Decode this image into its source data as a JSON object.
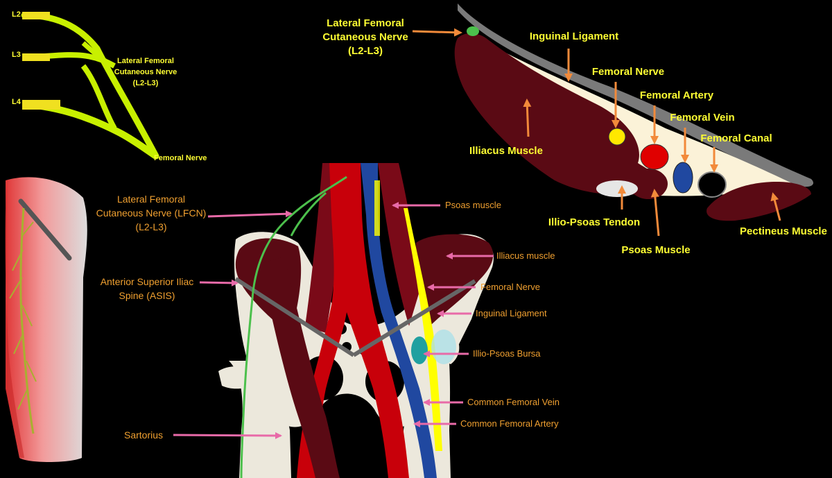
{
  "colors": {
    "background": "#000000",
    "muscle": "#5a0a14",
    "artery": "#c8000a",
    "vein": "#2048a0",
    "nerve": "#ffff00",
    "lfcn": "#4cc04c",
    "bone": "#ece8dc",
    "ligament": "#666666",
    "label_yellow": "#ffff33",
    "label_orange": "#f0a030",
    "arrow_pink": "#e86aa8",
    "arrow_orange": "#f28a3a",
    "nerve_bright": "#c8f000"
  },
  "nerve_plexus": {
    "roots": [
      "L2",
      "L3",
      "L4"
    ],
    "branch_label": [
      "Lateral  Femoral",
      "Cutaneous  Nerve",
      "(L2-L3)"
    ],
    "trunk_label": "Femoral Nerve"
  },
  "cross_section": {
    "lfcn_label": [
      "Lateral  Femoral",
      "Cutaneous  Nerve",
      "(L2-L3)"
    ],
    "inguinal_ligament": "Inguinal Ligament",
    "femoral_nerve": "Femoral Nerve",
    "femoral_artery": "Femoral Artery",
    "femoral_vein": "Femoral Vein",
    "femoral_canal": "Femoral Canal",
    "illiacus_muscle": "Illiacus Muscle",
    "illio_psoas_tendon": "Illio-Psoas Tendon",
    "psoas_muscle": "Psoas Muscle",
    "pectineus_muscle": "Pectineus Muscle"
  },
  "pelvis_labels": {
    "lfcn": [
      "Lateral Femoral",
      "Cutaneous Nerve (LFCN)",
      "(L2-L3)"
    ],
    "asis": [
      "Anterior Superior Iliac",
      "Spine (ASIS)"
    ],
    "sartorius": "Sartorius",
    "psoas": "Psoas muscle",
    "illiacus": "Illiacus muscle",
    "femoral_nerve": "Femoral Nerve",
    "inguinal_ligament": "Inguinal Ligament",
    "bursa": "Illio-Psoas Bursa",
    "cfv": "Common Femoral Vein",
    "cfa": "Common Femoral Artery"
  }
}
